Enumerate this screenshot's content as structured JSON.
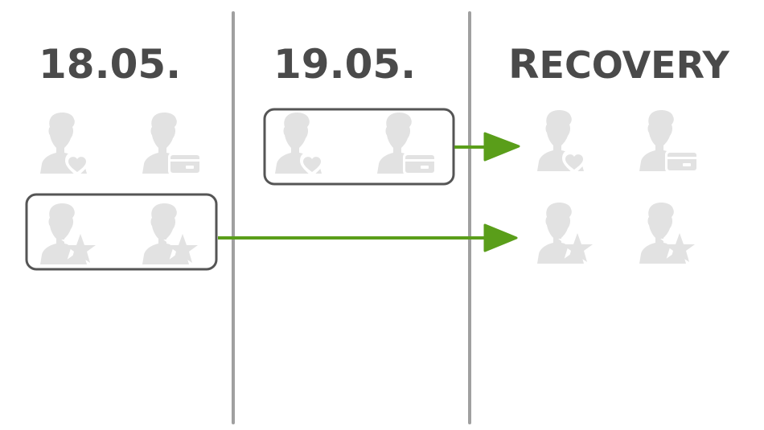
{
  "columns": [
    {
      "id": "col-1",
      "heading": "18.05."
    },
    {
      "id": "col-2",
      "heading": "19.05."
    },
    {
      "id": "col-3",
      "heading_first": "R",
      "heading_rest": "ECOVERY",
      "heading": "Recovery"
    }
  ],
  "groups": [
    {
      "column": "18.05.",
      "users": [
        "user-heart",
        "user-card"
      ],
      "boxed": false
    },
    {
      "column": "18.05.",
      "users": [
        "user-star",
        "user-star"
      ],
      "boxed": true,
      "arrow_to": "Recovery"
    },
    {
      "column": "19.05.",
      "users": [
        "user-heart",
        "user-card"
      ],
      "boxed": true,
      "arrow_to": "Recovery"
    },
    {
      "column": "Recovery",
      "users": [
        "user-heart",
        "user-card"
      ],
      "boxed": false
    },
    {
      "column": "Recovery",
      "users": [
        "user-star",
        "user-star"
      ],
      "boxed": false
    }
  ],
  "colors": {
    "text": "#4a4a4a",
    "divider": "#a0a0a0",
    "box_border": "#555555",
    "icon": "#e2e2e2",
    "arrow": "#5a9e1a"
  }
}
